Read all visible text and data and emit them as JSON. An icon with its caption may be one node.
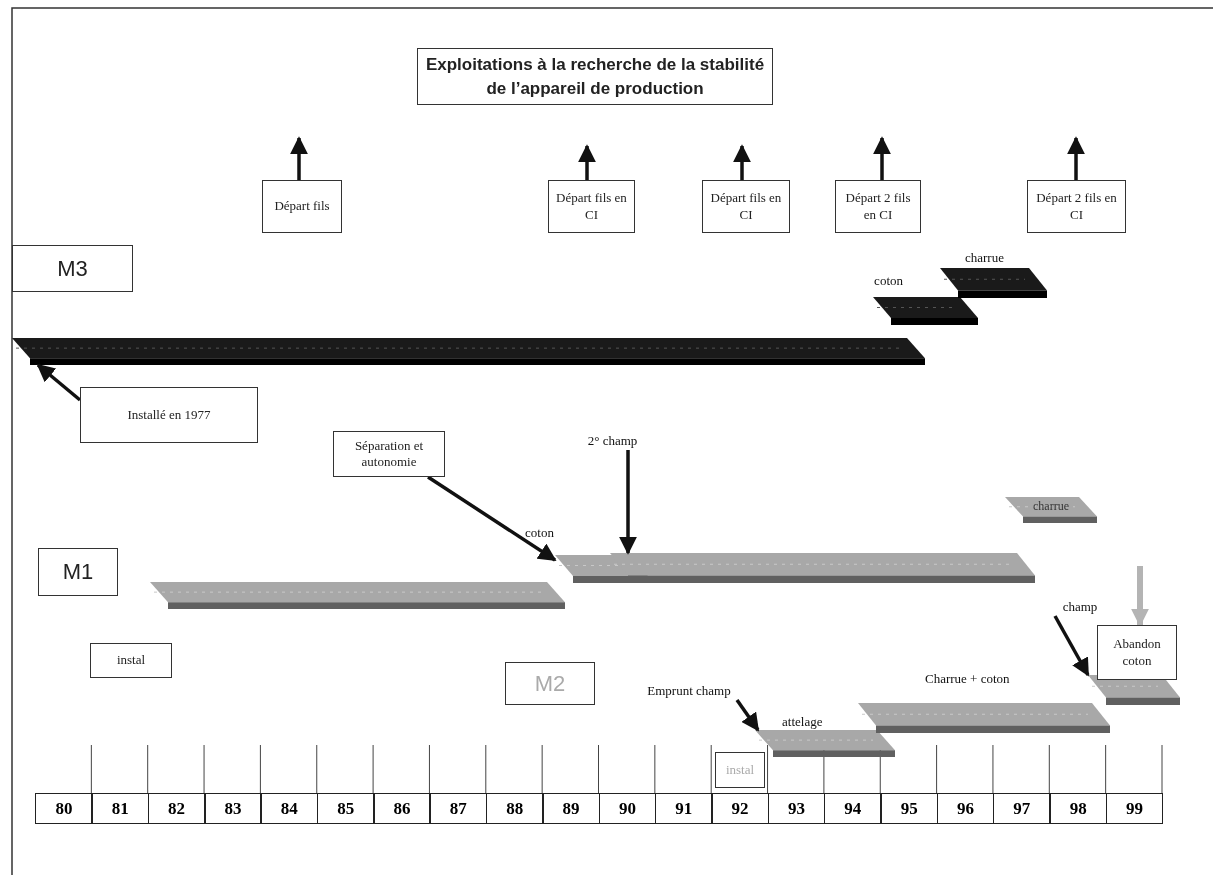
{
  "diagram": {
    "nodes": [
      {
        "text": [
          "Exploitations à la recherche de la stabilité de l’appareil de production"
        ]
      },
      {
        "text": [
          "Départ fils"
        ]
      },
      {
        "text": [
          "Départ fils en CI"
        ]
      },
      {
        "text": [
          "Départ fils en CI"
        ]
      },
      {
        "text": [
          "Départ 2 fils en CI"
        ]
      },
      {
        "text": [
          "Départ 2 fils en CI"
        ]
      },
      {
        "text": [
          "M3"
        ]
      },
      {
        "text": [],
        "shape": "bar"
      },
      {
        "text": [],
        "shape": "bar",
        "beside": [
          "coton"
        ]
      },
      {
        "text": [],
        "shape": "bar",
        "beside": [
          "charrue"
        ]
      },
      {
        "text": [
          "Installé en 1977"
        ]
      },
      {
        "text": [
          "Séparation et autonomie"
        ]
      },
      {
        "text": [
          "M1"
        ]
      },
      {
        "text": [],
        "shape": "bar"
      },
      {
        "text": [
          "instal"
        ]
      },
      {
        "text": [],
        "shape": "bar",
        "beside": [
          "coton"
        ]
      },
      {
        "text": [],
        "shape": "bar"
      },
      {
        "text": [
          "2° champ"
        ]
      },
      {
        "text": [
          "charrue"
        ]
      },
      {
        "text": [
          "Abandon coton"
        ]
      },
      {
        "text": [
          "champ"
        ]
      },
      {
        "text": [
          "M2"
        ]
      },
      {
        "text": [
          "Emprunt champ"
        ]
      },
      {
        "text": [],
        "shape": "bar",
        "beside": [
          "attelage"
        ]
      },
      {
        "text": [
          "instal"
        ]
      },
      {
        "text": [],
        "shape": "bar",
        "beside": [
          "Charrue + coton"
        ]
      },
      {
        "text": [],
        "shape": "bar"
      }
    ],
    "edges": [
      {
        "from": 1,
        "to": null,
        "arrow": "to"
      },
      {
        "from": 2,
        "to": null,
        "arrow": "to"
      },
      {
        "from": 3,
        "to": null,
        "arrow": "to"
      },
      {
        "from": 4,
        "to": null,
        "arrow": "to"
      },
      {
        "from": 5,
        "to": null,
        "arrow": "to"
      },
      {
        "from": 10,
        "to": 7,
        "arrow": "to"
      },
      {
        "from": 11,
        "to": 15,
        "arrow": "to"
      },
      {
        "from": 17,
        "to": 16,
        "arrow": "to"
      },
      {
        "from": null,
        "to": 19,
        "arrow": "to",
        "color": "#b4b4b4"
      },
      {
        "from": 20,
        "to": 26,
        "arrow": "to"
      },
      {
        "from": 22,
        "to": 23,
        "arrow": "to"
      }
    ],
    "labels": [
      "80",
      "81",
      "82",
      "83",
      "84",
      "85",
      "86",
      "87",
      "88",
      "89",
      "90",
      "91",
      "92",
      "93",
      "94",
      "95",
      "96",
      "97",
      "98",
      "99"
    ]
  }
}
